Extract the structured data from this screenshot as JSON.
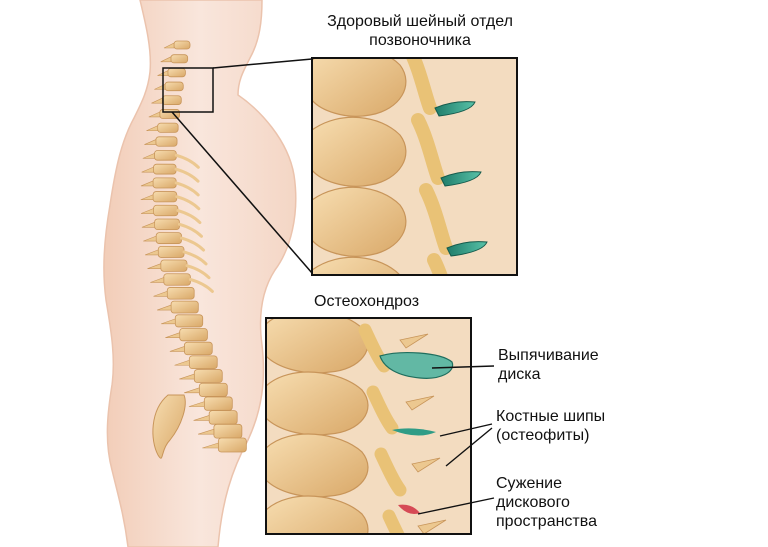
{
  "top_title": {
    "line1": "Здоровый шейный отдел",
    "line2": "позвоночника"
  },
  "bottom_title": "Остеохондроз",
  "labels": {
    "disc_bulge": {
      "line1": "Выпячивание",
      "line2": "диска"
    },
    "bone_spurs": {
      "line1": "Костные шипы",
      "line2": "(остеофиты)"
    },
    "narrowing": {
      "line1": "Сужение",
      "line2": "дискового",
      "line3": "пространства"
    }
  },
  "colors": {
    "skin": "#f6dccd",
    "skin_outline": "#e8bfa8",
    "bone": "#ecc890",
    "bone_dark": "#c8955a",
    "disc_healthy": "#2f9c86",
    "disc_bulge": "#62b8a4",
    "spur_red": "#d64a55"
  }
}
